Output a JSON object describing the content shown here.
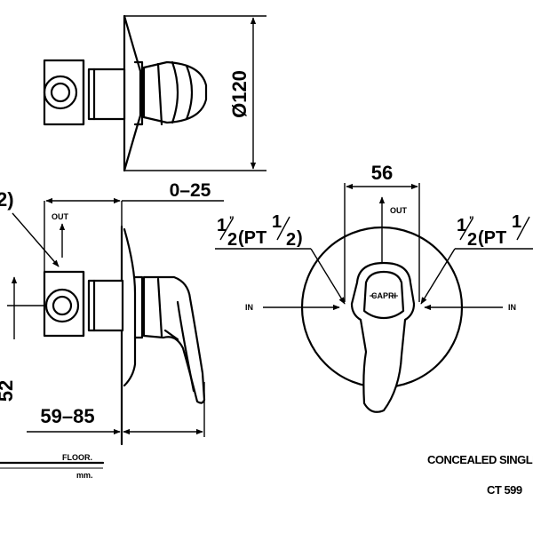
{
  "dimensions": {
    "diameter": "Ø120",
    "offset": "0–25",
    "length_range": "59–85",
    "width": "56",
    "height_partial": "52"
  },
  "connections": {
    "left_partial": "2)",
    "pt_label": "(PT",
    "half_one": "1",
    "half_two": "2",
    "inch_mark": "\"",
    "close": ")"
  },
  "flow_labels": {
    "out": "OUT",
    "in": "IN"
  },
  "floor": {
    "label": "FLOOR.",
    "unit": "mm."
  },
  "brand_mark": "CAPRI",
  "caption": {
    "title": "CONCEALED SINGLE",
    "model": "CT 599"
  },
  "colors": {
    "line": "#000000",
    "background": "#ffffff"
  }
}
